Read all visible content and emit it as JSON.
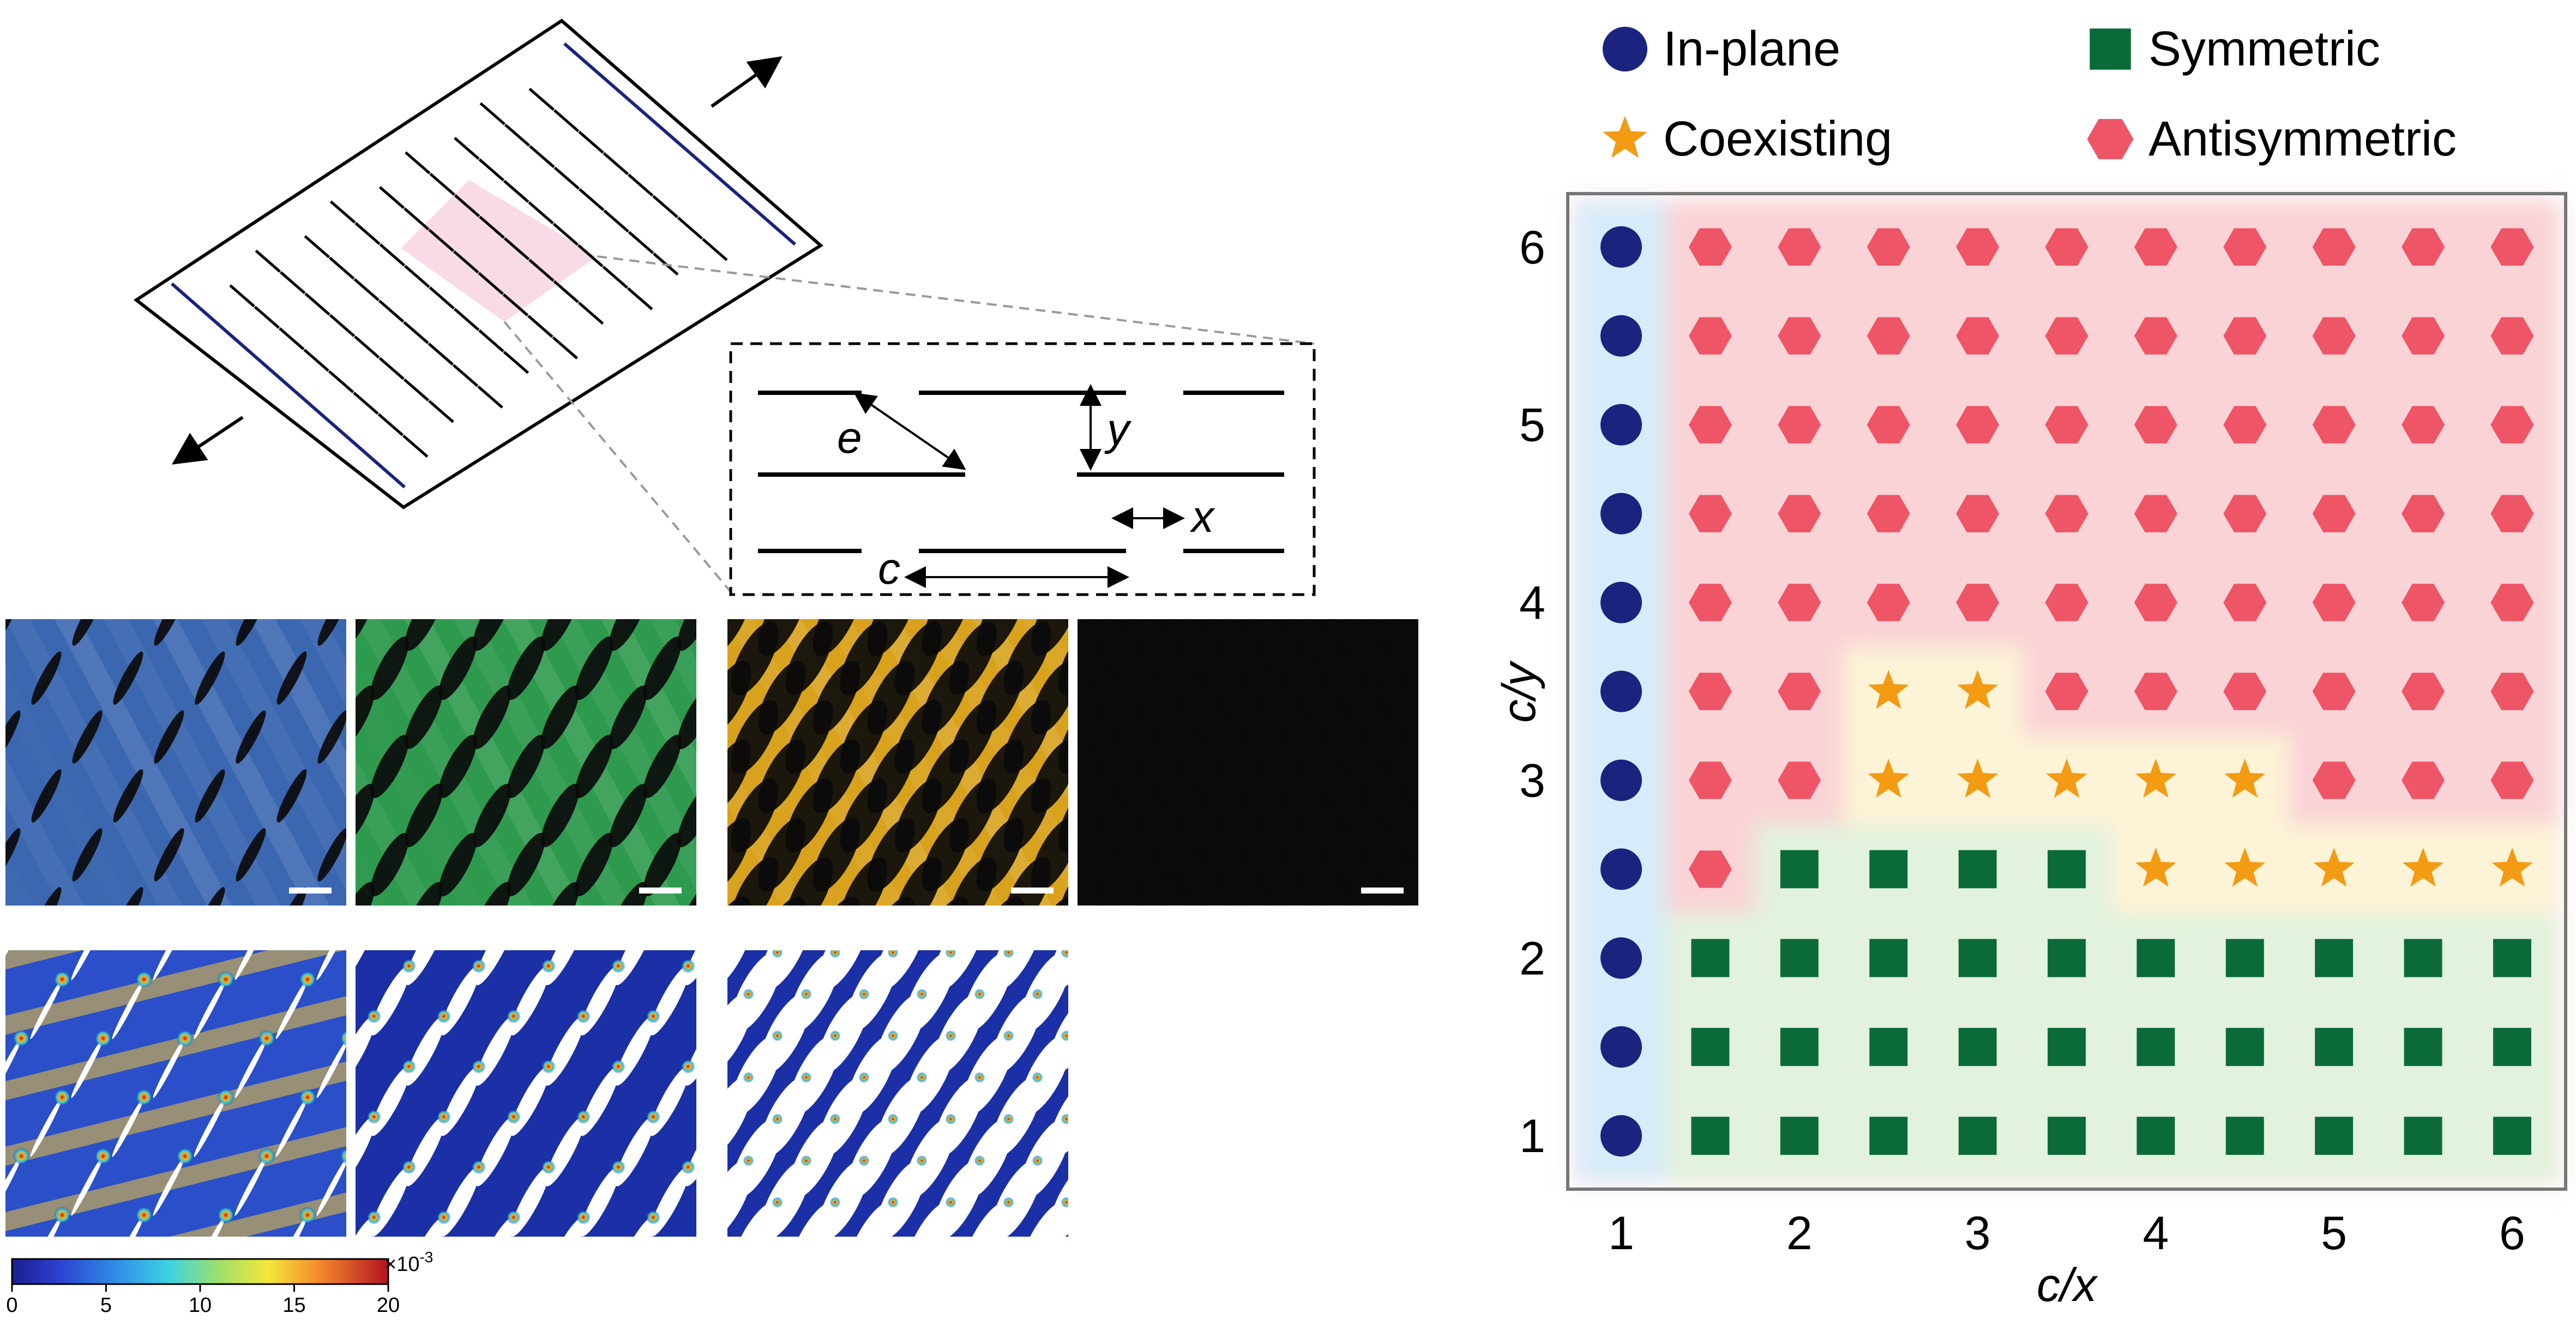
{
  "schematic": {
    "labels": {
      "e": "e",
      "y": "y",
      "x": "x",
      "c": "c"
    }
  },
  "photos": {
    "colors": [
      "#3a67b0",
      "#2e9a4e",
      "#d9a21c",
      "#e8702a"
    ]
  },
  "colorbar": {
    "ticks": [
      "0",
      "5",
      "10",
      "15",
      "20"
    ],
    "multiplier_base": "×10",
    "multiplier_exp": "-3"
  },
  "legend": {
    "items": [
      {
        "key": "inplane",
        "label": "In-plane",
        "color": "#1a237e",
        "icon": "circle-icon"
      },
      {
        "key": "symmetric",
        "label": "Symmetric",
        "color": "#0b6b38",
        "icon": "square-icon"
      },
      {
        "key": "coexisting",
        "label": "Coexisting",
        "color": "#f29b13",
        "icon": "star-icon"
      },
      {
        "key": "antisymmetric",
        "label": "Antisymmetric",
        "color": "#ee5566",
        "icon": "hexagon-icon"
      }
    ]
  },
  "chart_data": {
    "type": "scatter",
    "xlabel": "c/x",
    "ylabel": "c/y",
    "xticks": [
      "1",
      "2",
      "3",
      "4",
      "5",
      "6"
    ],
    "yticks": [
      "1",
      "2",
      "3",
      "4",
      "5",
      "6"
    ],
    "xlim": [
      0.7,
      6.3
    ],
    "ylim": [
      0.7,
      6.3
    ],
    "x": [
      1,
      1.5,
      2,
      2.5,
      3,
      3.5,
      4,
      4.5,
      5,
      5.5,
      6
    ],
    "y": [
      1,
      1.5,
      2,
      2.5,
      3,
      3.5,
      4,
      4.5,
      5,
      5.5,
      6
    ],
    "grid_rows_top_to_bottom": [
      "IAAAAAAAAAA",
      "IAAAAAAAAAA",
      "IAAAAAAAAAA",
      "IAAAAAAAAAA",
      "IAAAAAAAAAA",
      "IAACCAAAAAA",
      "IAACCCCCAAA",
      "IASSSSCCCCC",
      "ISSSSSSSSSS",
      "ISSSSSSSSSS",
      "ISSSSSSSSSS"
    ],
    "code_map": {
      "I": "inplane",
      "S": "symmetric",
      "C": "coexisting",
      "A": "antisymmetric"
    }
  }
}
